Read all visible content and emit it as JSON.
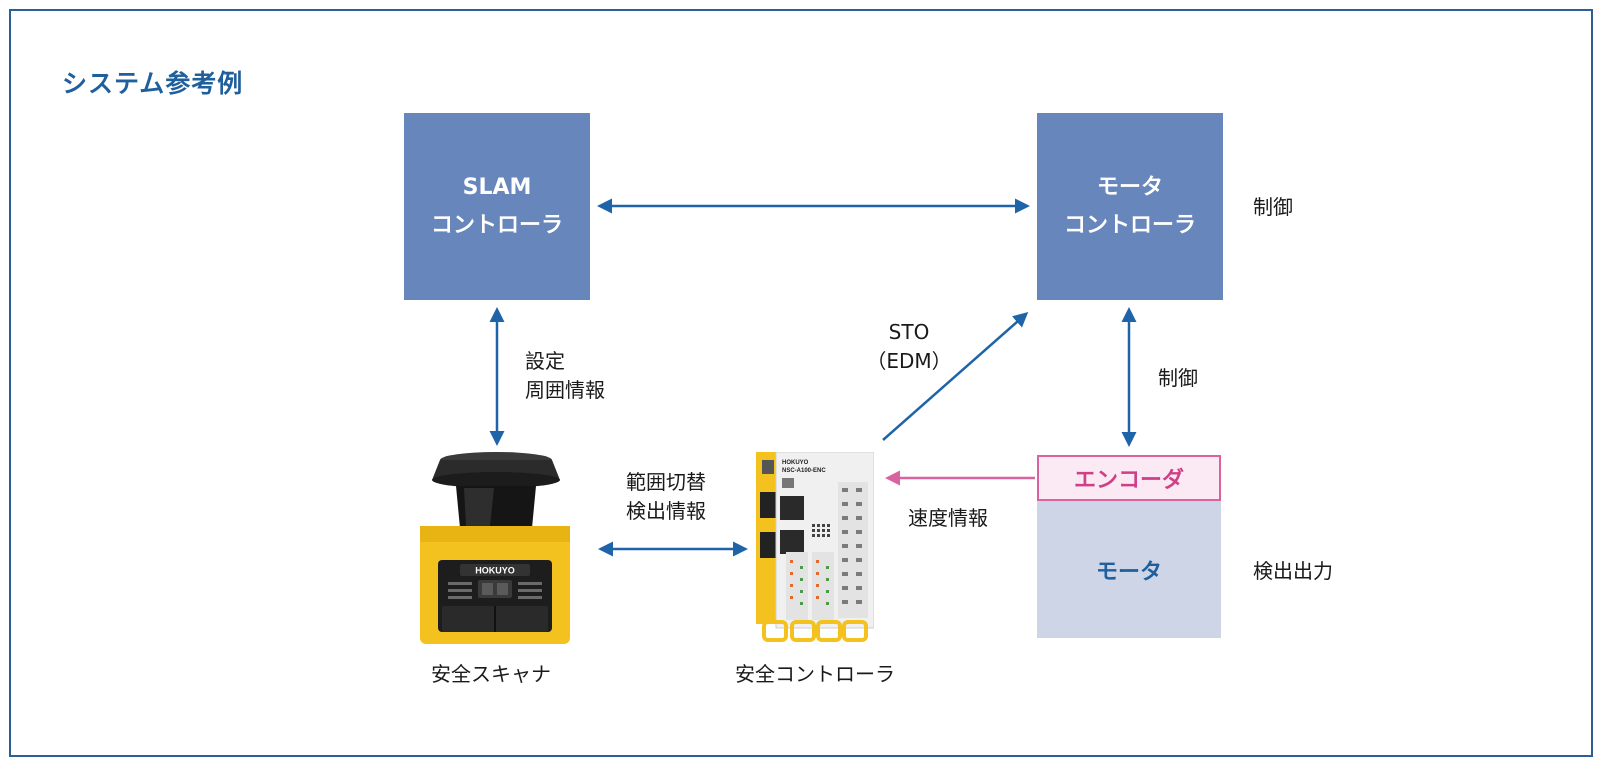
{
  "title": "システム参考例",
  "slam_controller": {
    "line1": "SLAM",
    "line2": "コントローラ"
  },
  "motor_controller": {
    "line1": "モータ",
    "line2": "コントローラ"
  },
  "motor_control_side_label": "制御",
  "scanner_link_label": {
    "line1": "設定",
    "line2": "周囲情報"
  },
  "sto_label": {
    "line1": "STO",
    "line2": "（EDM）"
  },
  "control_label": "制御",
  "range_label": {
    "line1": "範囲切替",
    "line2": "検出情報"
  },
  "speed_label": "速度情報",
  "encoder": "エンコーダ",
  "motor": "モータ",
  "detect_output_label": "検出出力",
  "scanner_caption": "安全スキャナ",
  "safety_controller_caption": "安全コントローラ",
  "scanner_device": {
    "brand": "HOKUYO"
  },
  "controller_device": {
    "brand": "HOKUYO",
    "model": "NSC-A100-ENC"
  },
  "colors": {
    "box": "#6786bb",
    "arrow_blue": "#1f63a8",
    "arrow_pink": "#d8639f",
    "title": "#1f5f9c",
    "encoder_text": "#cf3f88",
    "motor_bg": "#cdd5e6"
  }
}
